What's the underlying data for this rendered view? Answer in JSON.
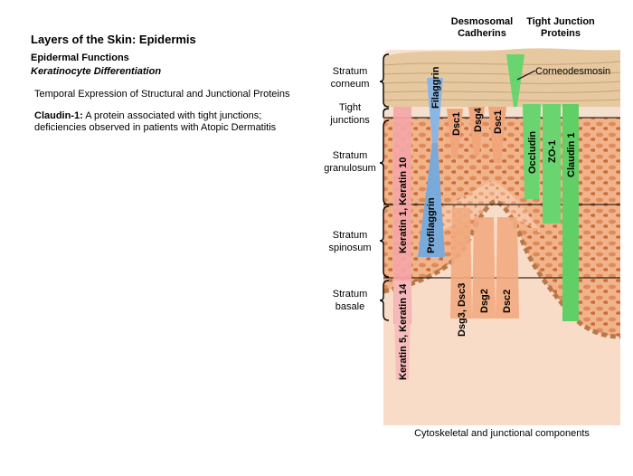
{
  "title": "Layers of the Skin: Epidermis",
  "subtitle": "Epidermal Functions",
  "subtitle2": "Keratinocyte Differentiation",
  "line1": "Temporal Expression of Structural and Junctional Proteins",
  "claudin_term": "Claudin-1:",
  "claudin_text": " A protein associated with tight junctions; deficiencies observed in patients with Atopic Dermatitis",
  "headers": {
    "desmosomal": [
      "Desmosomal",
      "Cadherins"
    ],
    "tight_junction": [
      "Tight Junction",
      "Proteins"
    ]
  },
  "layers": [
    [
      "Stratum",
      "corneum"
    ],
    [
      "Tight",
      "junctions"
    ],
    [
      "Stratum",
      "granulosum"
    ],
    [
      "Stratum",
      "spinosum"
    ],
    [
      "Stratum",
      "basale"
    ]
  ],
  "corneodesmosin": "Corneodesmosin",
  "bars": {
    "keratin_1_10": "Keratin 1, Keratin 10",
    "keratin_5_14": "Keratin 5, Keratin 14",
    "filaggrin": "Filaggrin",
    "profilaggrin": "Profilaggrin",
    "dsc1_left": "Dsc1",
    "dsg4": "Dsg4",
    "dsc1_right": "Dsc1",
    "dsg3_dsc3": "Dsg3, Dsc3",
    "dsg2": "Dsg2",
    "dsc2": "Dsc2",
    "occludin": "Occludin",
    "zo1": "ZO-1",
    "claudin1": "Claudin 1"
  },
  "caption": "Cytoskeletal and junctional components",
  "colors": {
    "keratin": "#f4a8a8",
    "filaggrin": "#8ab4e0",
    "desmosomal": "#f0a87a",
    "tight_junction": "#62d46a",
    "skin_bg": "#f8dcc8",
    "corneum": "#e4c49a"
  }
}
